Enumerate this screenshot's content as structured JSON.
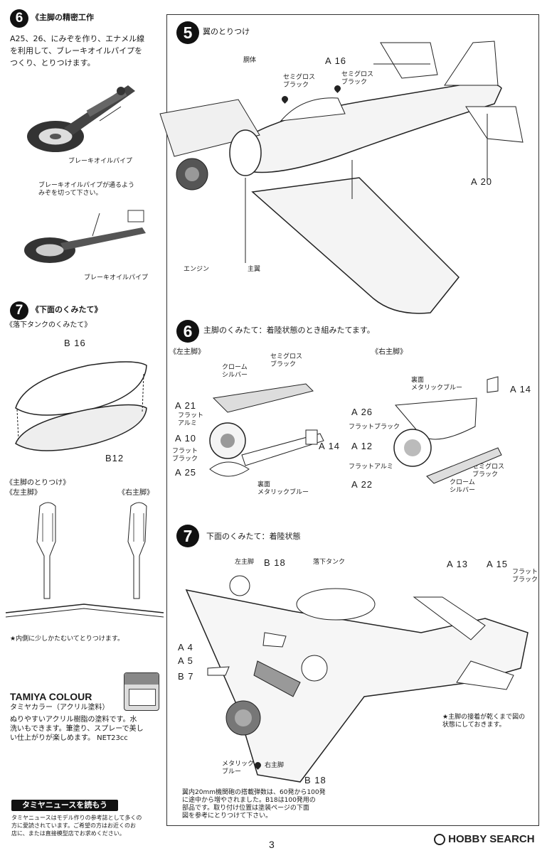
{
  "left": {
    "step6": {
      "number": "6",
      "title": "《主脚の精密工作",
      "body": [
        "A25、26、にみぞを作り、エナメル線",
        "を利用して、ブレーキオイルパイプを",
        "つくり、とりつけます。"
      ],
      "label_pipe1": "ブレーキオイルパイプ",
      "note_groove": [
        "ブレーキオイルパイプが通るよう",
        "みぞを切って下さい。"
      ],
      "label_pipe2": "ブレーキオイルパイプ"
    },
    "step7": {
      "number": "7",
      "title": "《下面のくみたて》",
      "sub_tank": "《落下タンクのくみたて》",
      "part_b16": "B 16",
      "part_b12": "B12",
      "sub_gear": "《主脚のとりつけ》",
      "left_gear": "《左主脚》",
      "right_gear": "《右主脚》",
      "note_inward": "★内側に少しかたむいてとりつけます。"
    },
    "tamiya_colour": {
      "brand": "TAMIYA COLOUR",
      "name": "タミヤカラー（アクリル塗料）",
      "body": [
        "ぬりやすいアクリル樹脂の塗料です。水",
        "洗いもできます。筆塗り、スプレーで美し",
        "い仕上がりが楽しめます。 NET23cc"
      ]
    },
    "news": {
      "title": "タミヤニュースを読もう",
      "body": [
        "タミヤニュースはモデル作りの参考誌として多くの",
        "方に愛読されています。ご希望の方はお近くのお",
        "店に、または直接模型店でお求めください。"
      ]
    }
  },
  "step5": {
    "number": "5",
    "title": "翼のとりつけ",
    "labels": {
      "fuselage": "胴体",
      "semigloss1": "セミグロス\nブラック",
      "semigloss2": "セミグロス\nブラック",
      "a16": "A 16",
      "a20": "A 20",
      "engine": "エンジン",
      "main_wing": "主翼"
    }
  },
  "step6r": {
    "number": "6",
    "title": "主脚のくみたて：着陸状態のとき組みたてます。",
    "left": {
      "heading": "《左主脚》",
      "chrome_silver": "クローム\nシルバー",
      "semigloss": "セミグロス\nブラック",
      "a21": "A 21",
      "flat_alu": "フラット\nアルミ",
      "a10": "A 10",
      "flat_black": "フラット\nブラック",
      "a14": "A 14",
      "a25": "A 25",
      "metallic_blue": "裏面\nメタリックブルー"
    },
    "right": {
      "heading": "《右主脚》",
      "metallic_blue": "裏面\nメタリックブルー",
      "a14": "A 14",
      "a26": "A 26",
      "flat_black": "フラットブラック",
      "a12": "A 12",
      "flat_alu": "フラットアルミ",
      "semigloss": "セミグロス\nブラック",
      "a22": "A 22",
      "chrome_silver": "クローム\nシルバー"
    }
  },
  "step7r": {
    "number": "7",
    "title": "下面のくみたて：着陸状態",
    "labels": {
      "left_gear": "左主脚",
      "b18_top": "B 18",
      "drop_tank": "落下タンク",
      "a13": "A 13",
      "a15": "A 15",
      "flat_black": "フラット\nブラック",
      "a4": "A 4",
      "a5": "A 5",
      "b7": "B 7",
      "metallic_blue": "メタリック\nブルー",
      "right_gear": "右主脚",
      "b18_bottom": "B 18",
      "note_gear": [
        "★主脚の接着が乾くまで図の",
        "状態にしておきます。"
      ],
      "note_ammo": [
        "翼内20mm機関砲の搭載弾数は、60発から100発",
        "に途中から増やされました。B18は100発用の",
        "部品です。取り付け位置は塗装ページの下面",
        "図を参考にとりつけて下さい。"
      ]
    }
  },
  "page_number": "3",
  "watermark": "HOBBY SEARCH"
}
